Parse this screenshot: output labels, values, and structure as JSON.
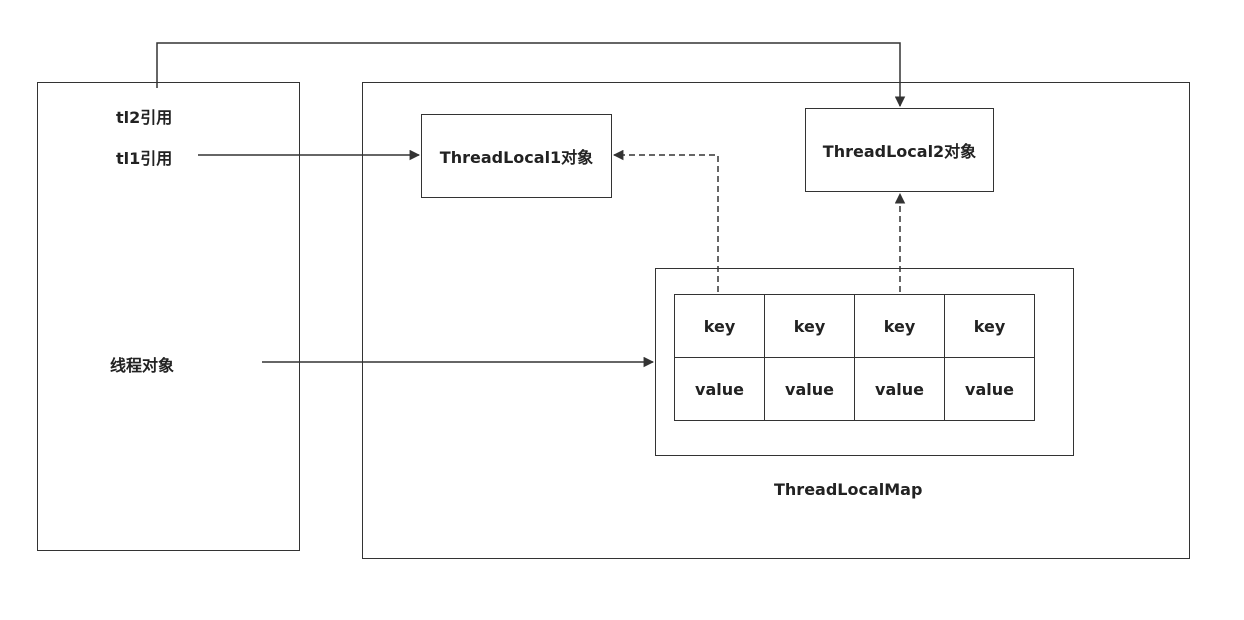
{
  "stack": {
    "tl2_ref": "tl2引用",
    "tl1_ref": "tl1引用",
    "thread_obj": "线程对象"
  },
  "heap": {
    "tl1_obj": "ThreadLocal1对象",
    "tl2_obj": "ThreadLocal2对象",
    "map_caption": "ThreadLocalMap",
    "entries": [
      {
        "key": "key",
        "value": "value"
      },
      {
        "key": "key",
        "value": "value"
      },
      {
        "key": "key",
        "value": "value"
      },
      {
        "key": "key",
        "value": "value"
      }
    ]
  },
  "colors": {
    "stroke": "#333333",
    "text": "#222222",
    "background": "#ffffff"
  }
}
